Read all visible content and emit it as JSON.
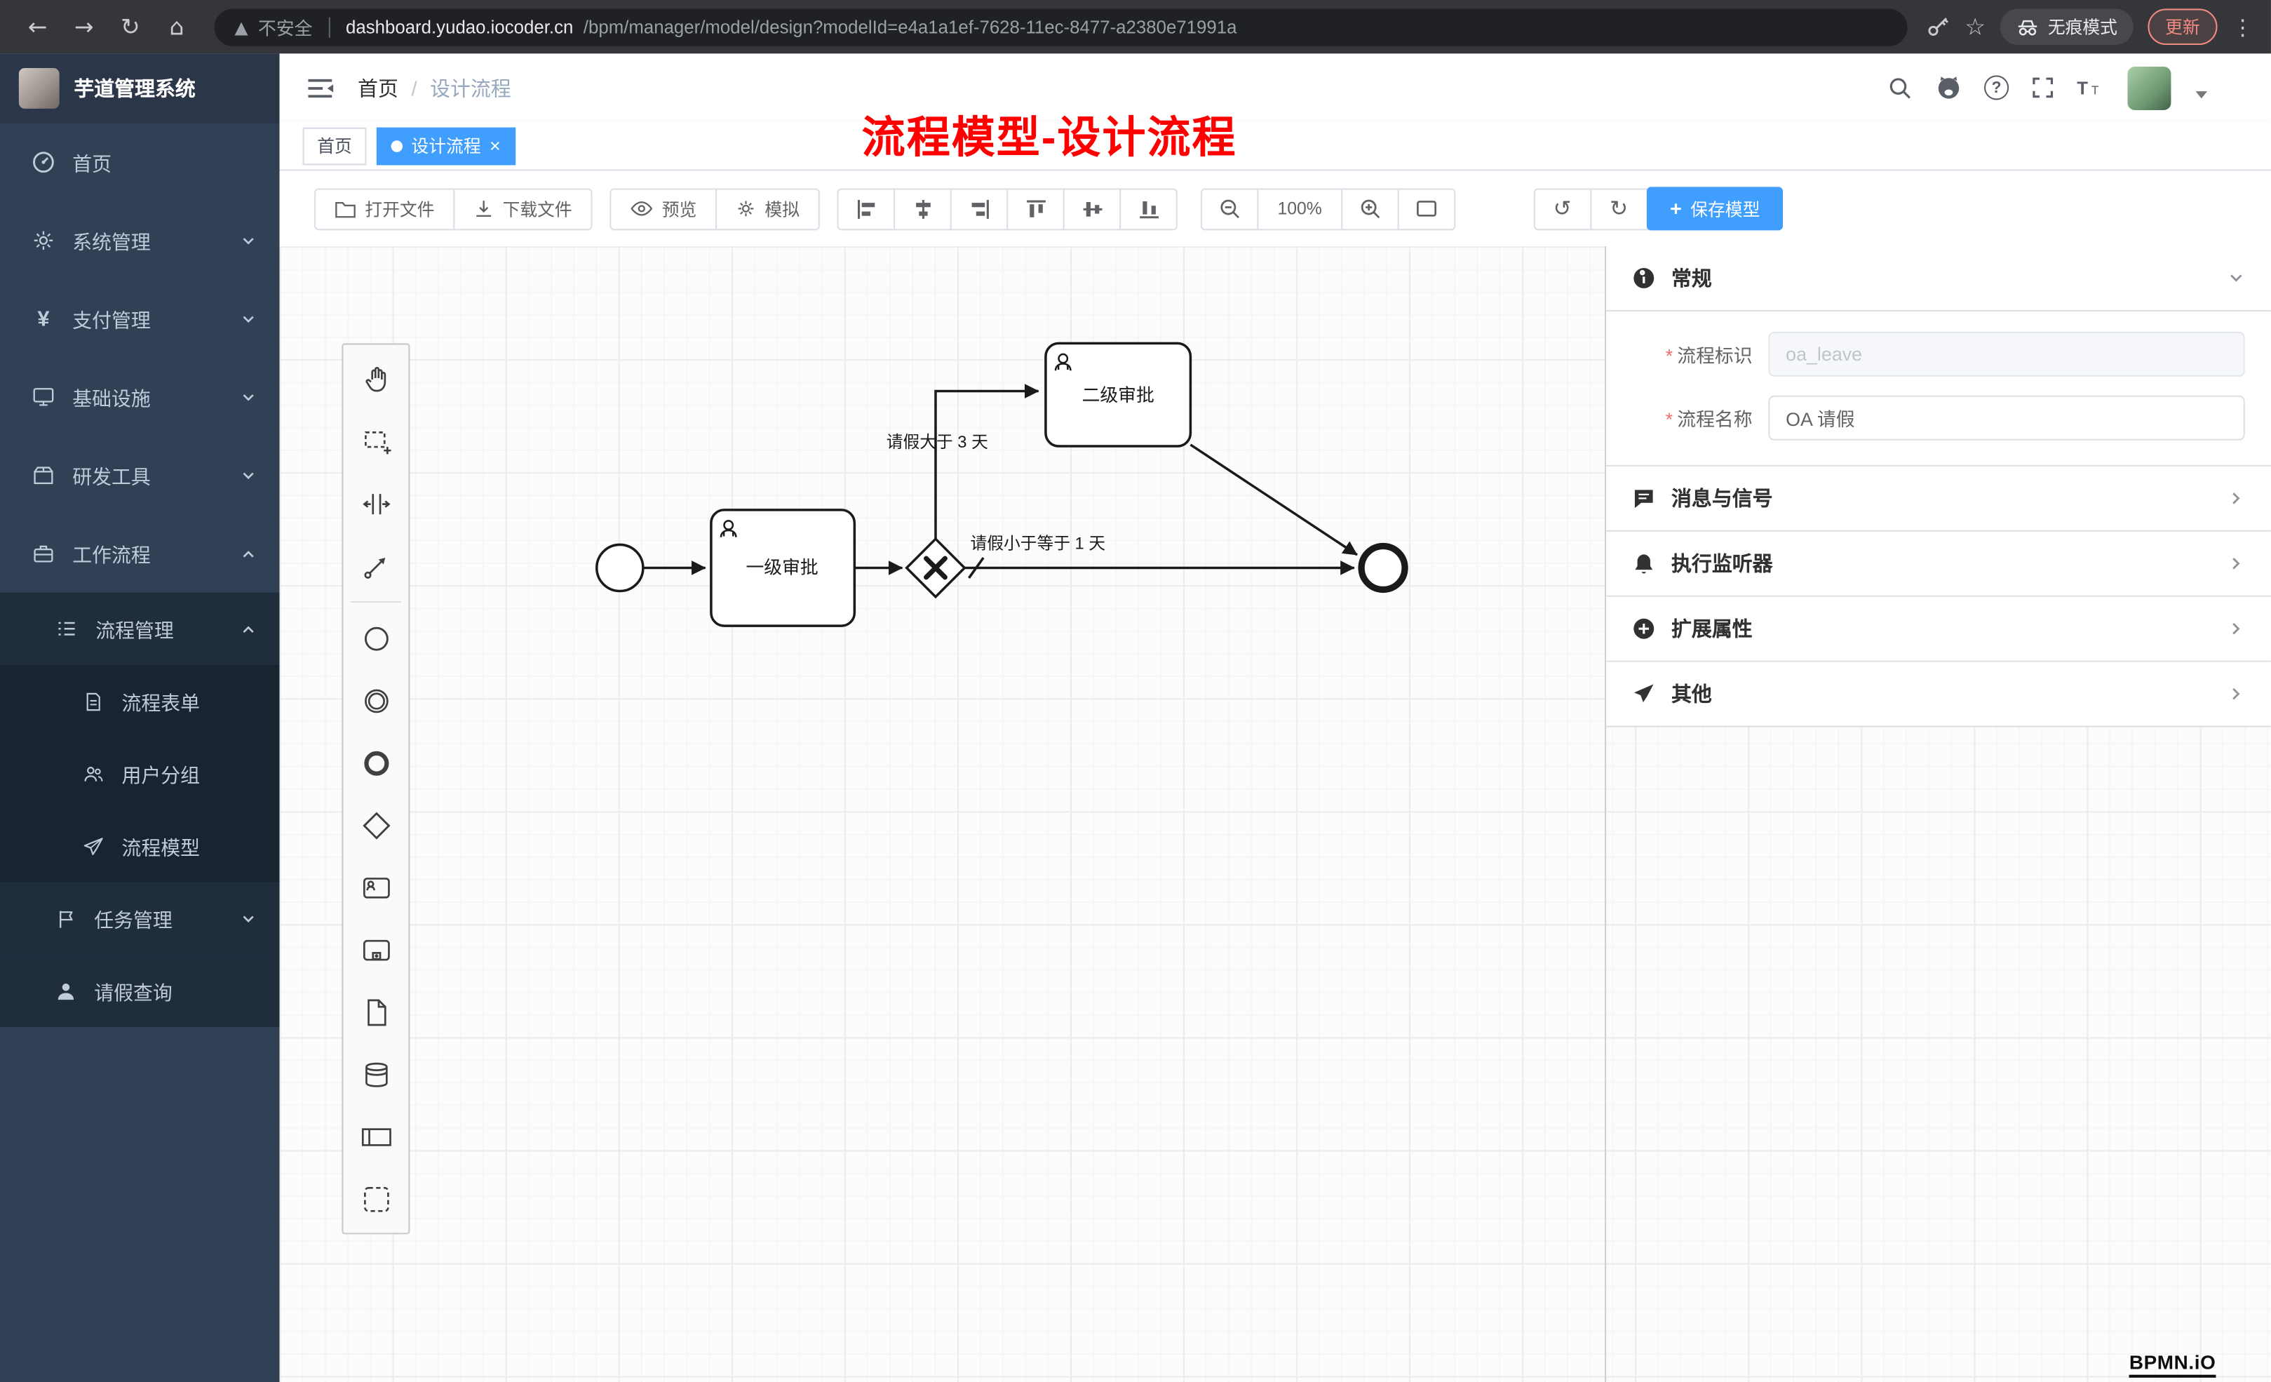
{
  "browser": {
    "security_label": "不安全",
    "url_domain": "dashboard.yudao.iocoder.cn",
    "url_path": "/bpm/manager/model/design?modelId=e4a1a1ef-7628-11ec-8477-a2380e71991a",
    "incognito_label": "无痕模式",
    "update_label": "更新"
  },
  "sidebar": {
    "app_title": "芋道管理系统",
    "items": [
      {
        "label": "首页",
        "icon": "dashboard-icon"
      },
      {
        "label": "系统管理",
        "icon": "gear-icon"
      },
      {
        "label": "支付管理",
        "icon": "yen-icon"
      },
      {
        "label": "基础设施",
        "icon": "monitor-icon"
      },
      {
        "label": "研发工具",
        "icon": "toolbox-icon"
      },
      {
        "label": "工作流程",
        "icon": "briefcase-icon"
      },
      {
        "label": "流程管理",
        "icon": "list-icon"
      },
      {
        "label": "流程表单",
        "icon": "document-icon"
      },
      {
        "label": "用户分组",
        "icon": "users-icon"
      },
      {
        "label": "流程模型",
        "icon": "send-icon"
      },
      {
        "label": "任务管理",
        "icon": "flag-icon"
      },
      {
        "label": "请假查询",
        "icon": "user-icon"
      }
    ]
  },
  "header": {
    "breadcrumb": {
      "home": "首页",
      "separator": "/",
      "current": "设计流程"
    }
  },
  "tabs": [
    {
      "label": "首页",
      "active": false
    },
    {
      "label": "设计流程",
      "active": true,
      "close": "×"
    }
  ],
  "annotation": {
    "text": "流程模型-设计流程",
    "color": "#ff0000"
  },
  "toolbar": {
    "open": "打开文件",
    "download": "下载文件",
    "preview": "预览",
    "simulate": "模拟",
    "zoom_level": "100%",
    "save": "保存模型",
    "align_icons": [
      "align-left",
      "align-horizontal-center",
      "align-right",
      "align-top",
      "align-vertical-center",
      "align-bottom"
    ]
  },
  "palette": {
    "items": [
      "hand-tool",
      "lasso-tool",
      "space-tool",
      "global-connect-tool",
      "start-event",
      "intermediate-event",
      "end-event",
      "gateway",
      "user-task",
      "sub-process",
      "data-object",
      "data-store",
      "participant",
      "group"
    ]
  },
  "diagram": {
    "tasks": [
      {
        "label": "一级审批"
      },
      {
        "label": "二级审批"
      }
    ],
    "flow_labels": [
      {
        "label": "请假大于 3 天"
      },
      {
        "label": "请假小于等于 1 天"
      }
    ]
  },
  "panel": {
    "general": {
      "title": "常规",
      "fields": [
        {
          "label": "流程标识",
          "value": "oa_leave",
          "required": true,
          "disabled": true
        },
        {
          "label": "流程名称",
          "value": "OA 请假",
          "required": true,
          "disabled": false
        }
      ]
    },
    "sections": [
      {
        "title": "消息与信号",
        "icon": "message-icon"
      },
      {
        "title": "执行监听器",
        "icon": "bell-icon"
      },
      {
        "title": "扩展属性",
        "icon": "plus-circle-icon"
      },
      {
        "title": "其他",
        "icon": "send-icon"
      }
    ]
  },
  "watermark": "BPMN.iO",
  "colors": {
    "accent": "#409eff",
    "sidebar_bg": "#304156",
    "annotation": "#ff0000",
    "save_button": "#409eff"
  }
}
